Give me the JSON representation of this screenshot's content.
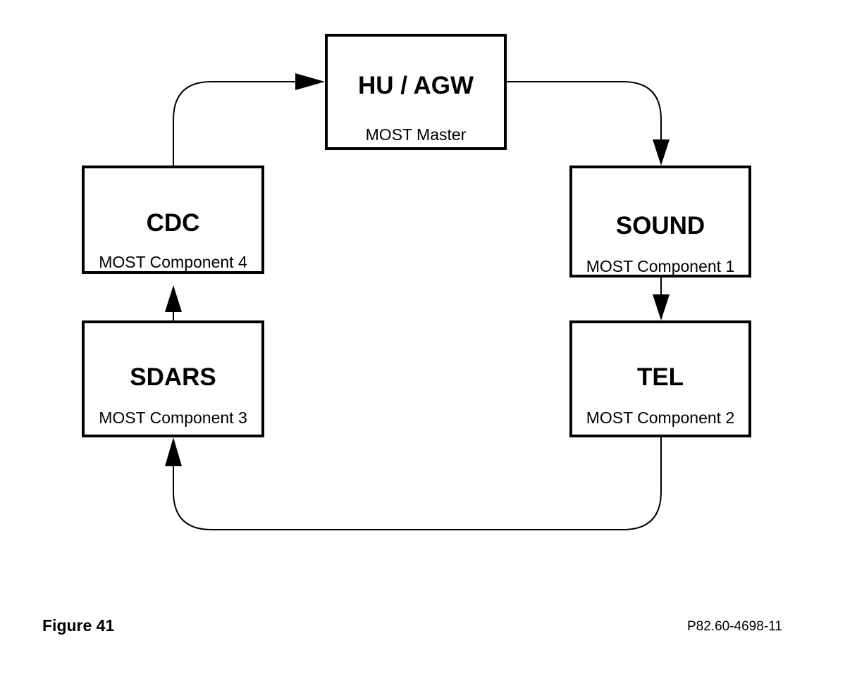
{
  "nodes": {
    "hu": {
      "title": "HU / AGW",
      "subtitle": "MOST Master"
    },
    "cdc": {
      "title": "CDC",
      "subtitle": "MOST Component 4"
    },
    "sound": {
      "title": "SOUND",
      "subtitle": "MOST Component 1"
    },
    "sdars": {
      "title": "SDARS",
      "subtitle": "MOST Component 3"
    },
    "tel": {
      "title": "TEL",
      "subtitle": "MOST Component 2"
    }
  },
  "edges": [
    {
      "from": "HU / AGW",
      "to": "SOUND"
    },
    {
      "from": "SOUND",
      "to": "TEL"
    },
    {
      "from": "TEL",
      "to": "SDARS"
    },
    {
      "from": "SDARS",
      "to": "CDC"
    },
    {
      "from": "CDC",
      "to": "HU / AGW"
    }
  ],
  "footer": {
    "figure_label": "Figure 41",
    "figure_code": "P82.60-4698-11"
  },
  "colors": {
    "line": "#000000",
    "background": "#ffffff"
  }
}
